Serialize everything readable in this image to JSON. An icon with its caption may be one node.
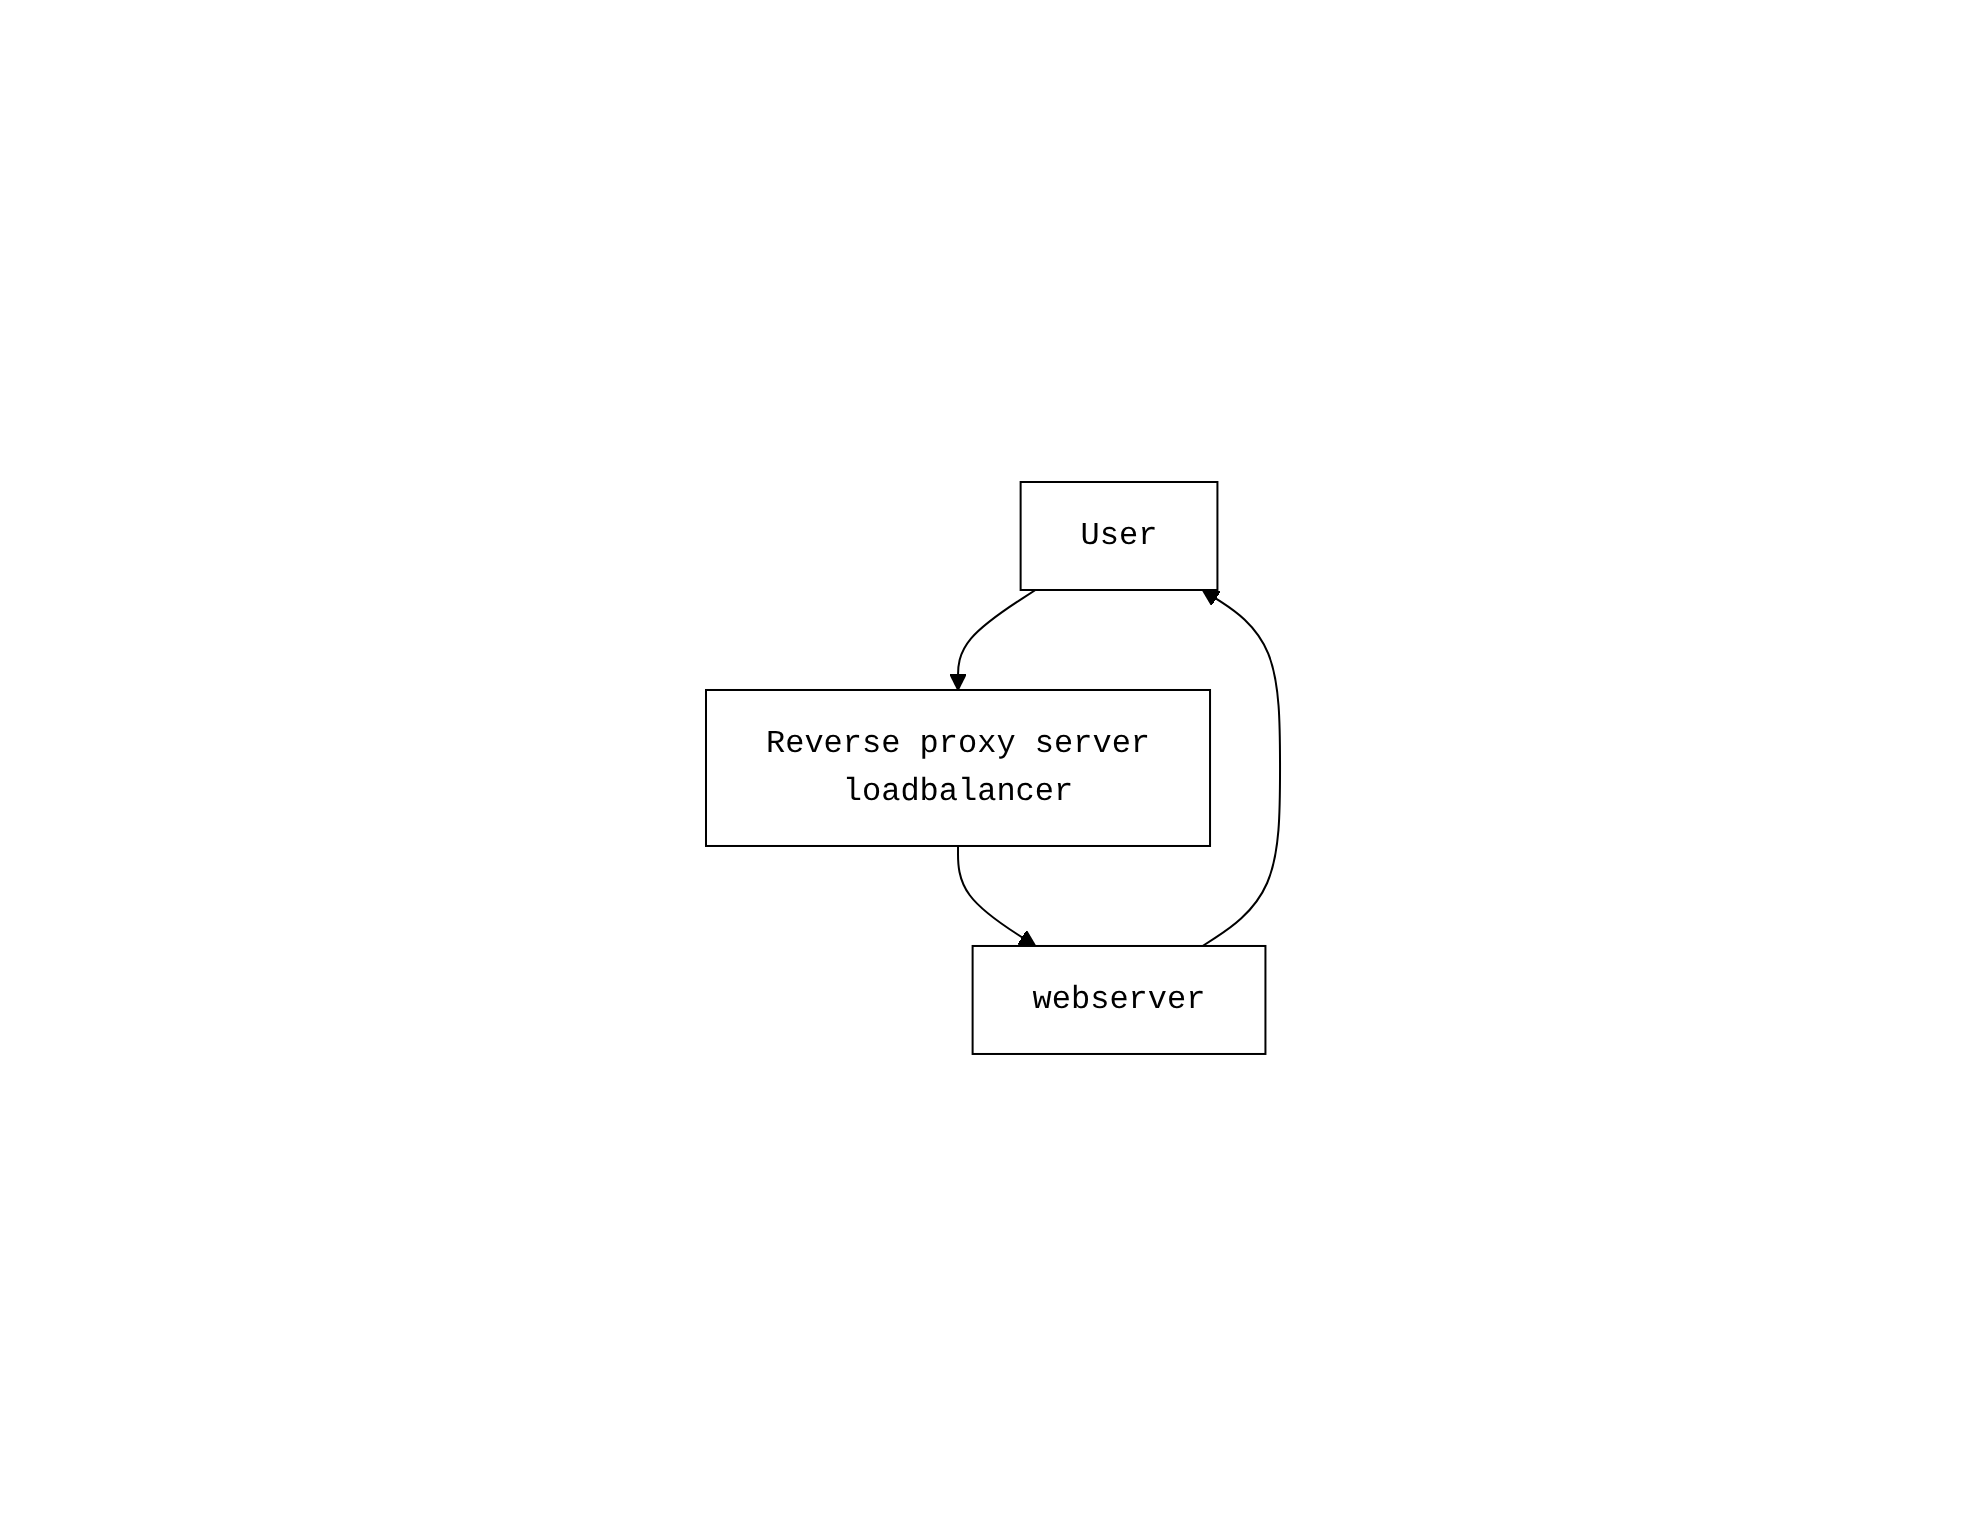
{
  "diagram": {
    "nodes": [
      {
        "text": [
          "User"
        ]
      },
      {
        "text": [
          "Reverse proxy server",
          "loadbalancer"
        ]
      },
      {
        "text": [
          "webserver"
        ]
      }
    ],
    "edges": [
      {
        "from": 0,
        "to": 1,
        "arrow": "to"
      },
      {
        "from": 1,
        "to": 2,
        "arrow": "to"
      },
      {
        "from": 2,
        "to": 0,
        "arrow": "to"
      }
    ]
  }
}
